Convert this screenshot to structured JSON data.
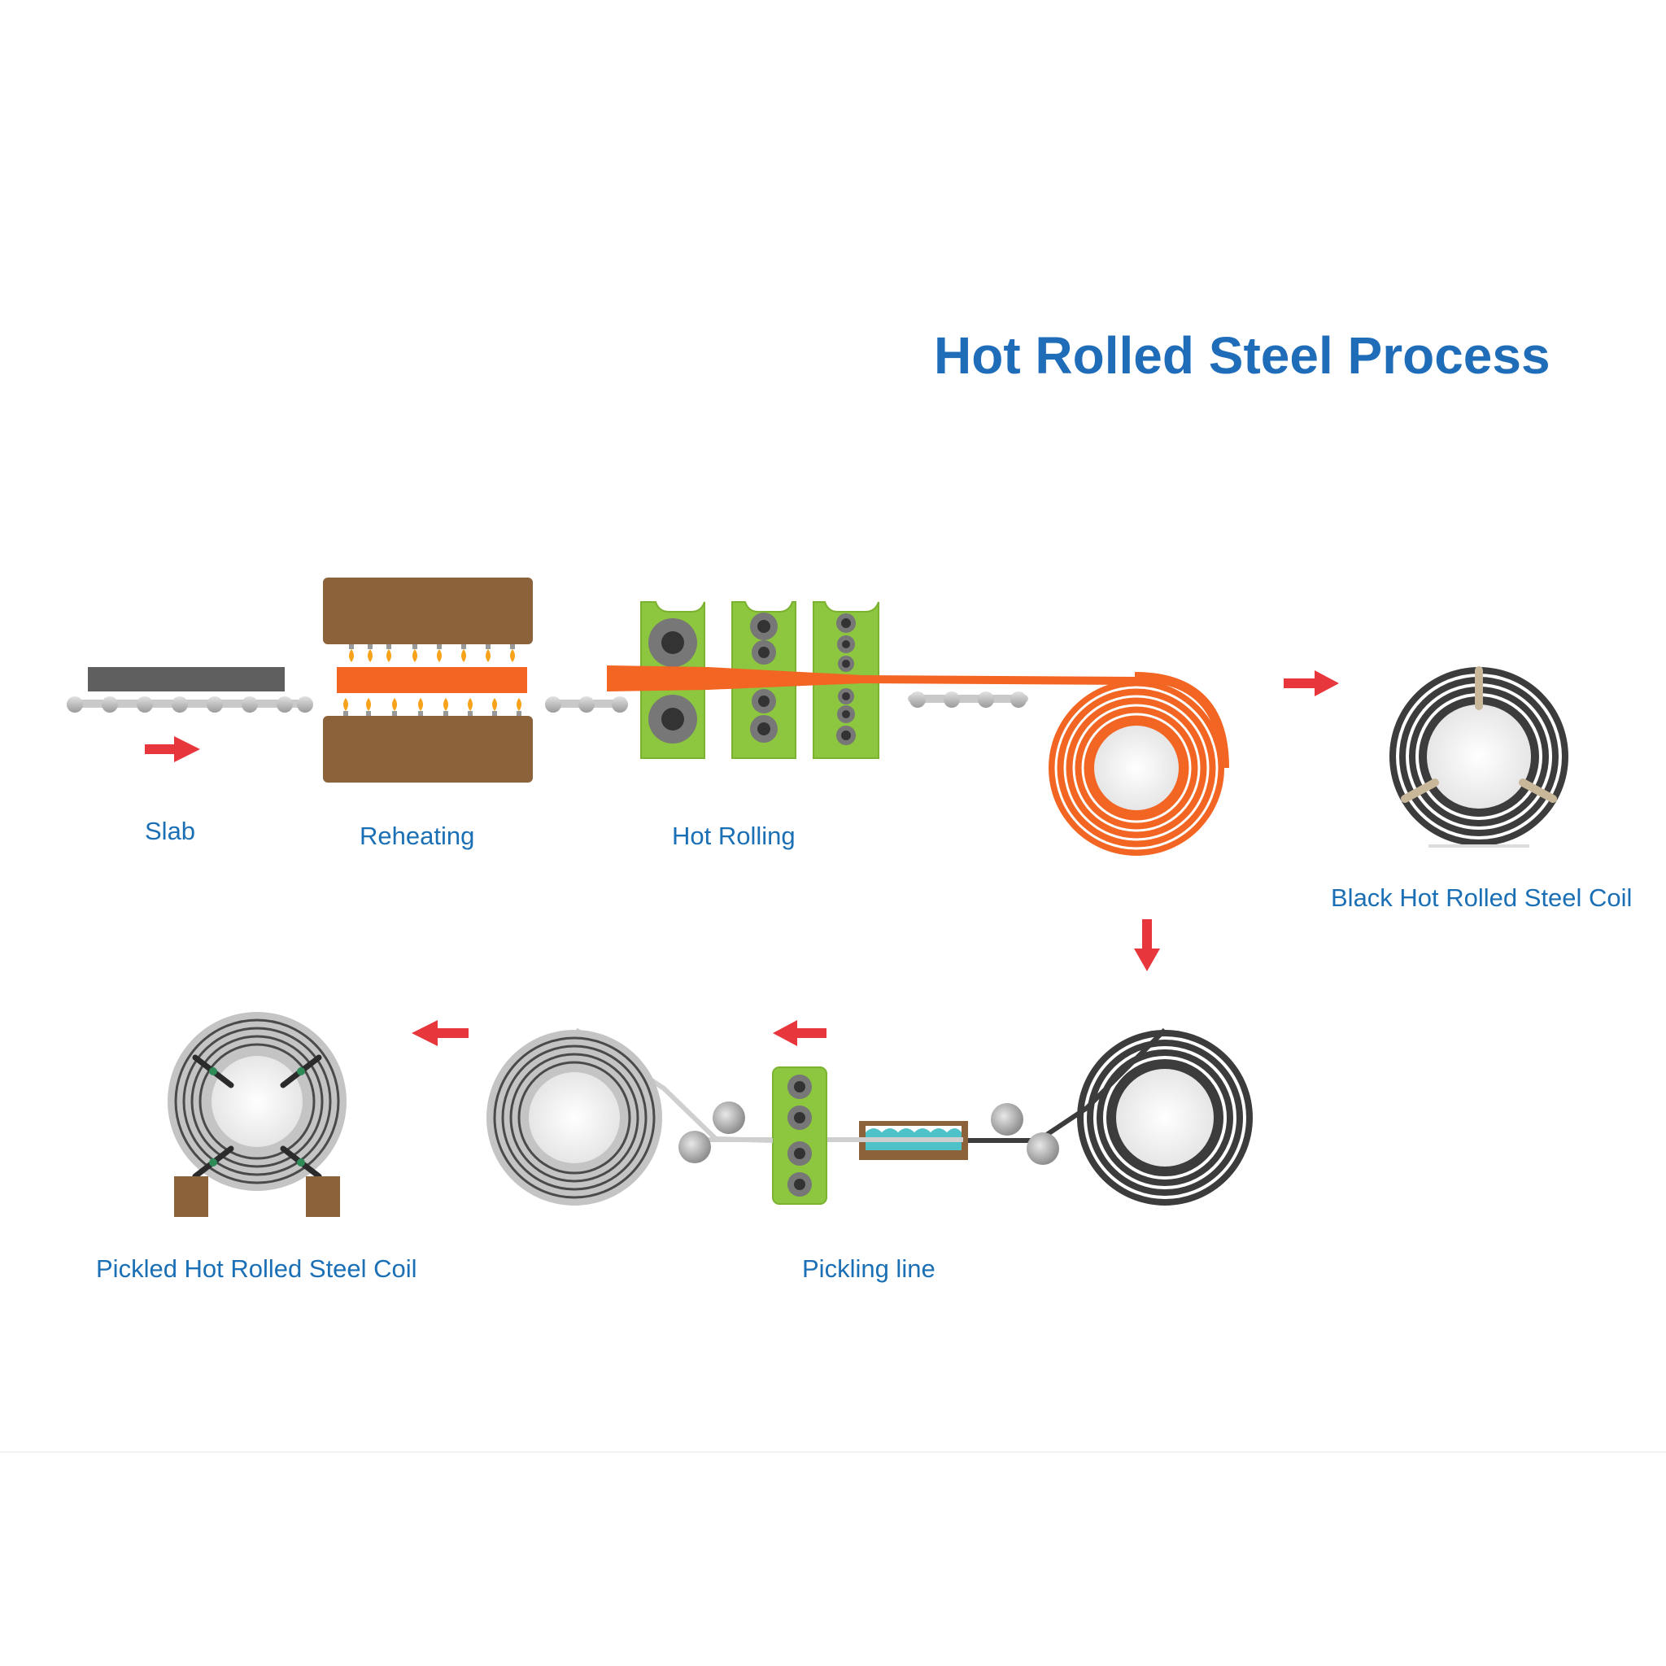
{
  "title": "Hot Rolled Steel Process",
  "labels": {
    "slab": "Slab",
    "reheating": "Reheating",
    "hot_rolling": "Hot Rolling",
    "black_coil": "Black Hot Rolled Steel Coil",
    "pickling_line": "Pickling line",
    "pickled_coil": "Pickled Hot Rolled Steel Coil"
  },
  "colors": {
    "label_blue": "#1a6fb5",
    "arrow_red": "#e8373c",
    "hot_orange": "#f26522",
    "furnace_brown": "#8b6239",
    "mill_green": "#8dc63f",
    "roller_grey": "#b8b8b8",
    "black_steel": "#3c3c3c",
    "pickled_grey": "#b4b4b4",
    "acid_teal": "#4fc1c8"
  }
}
